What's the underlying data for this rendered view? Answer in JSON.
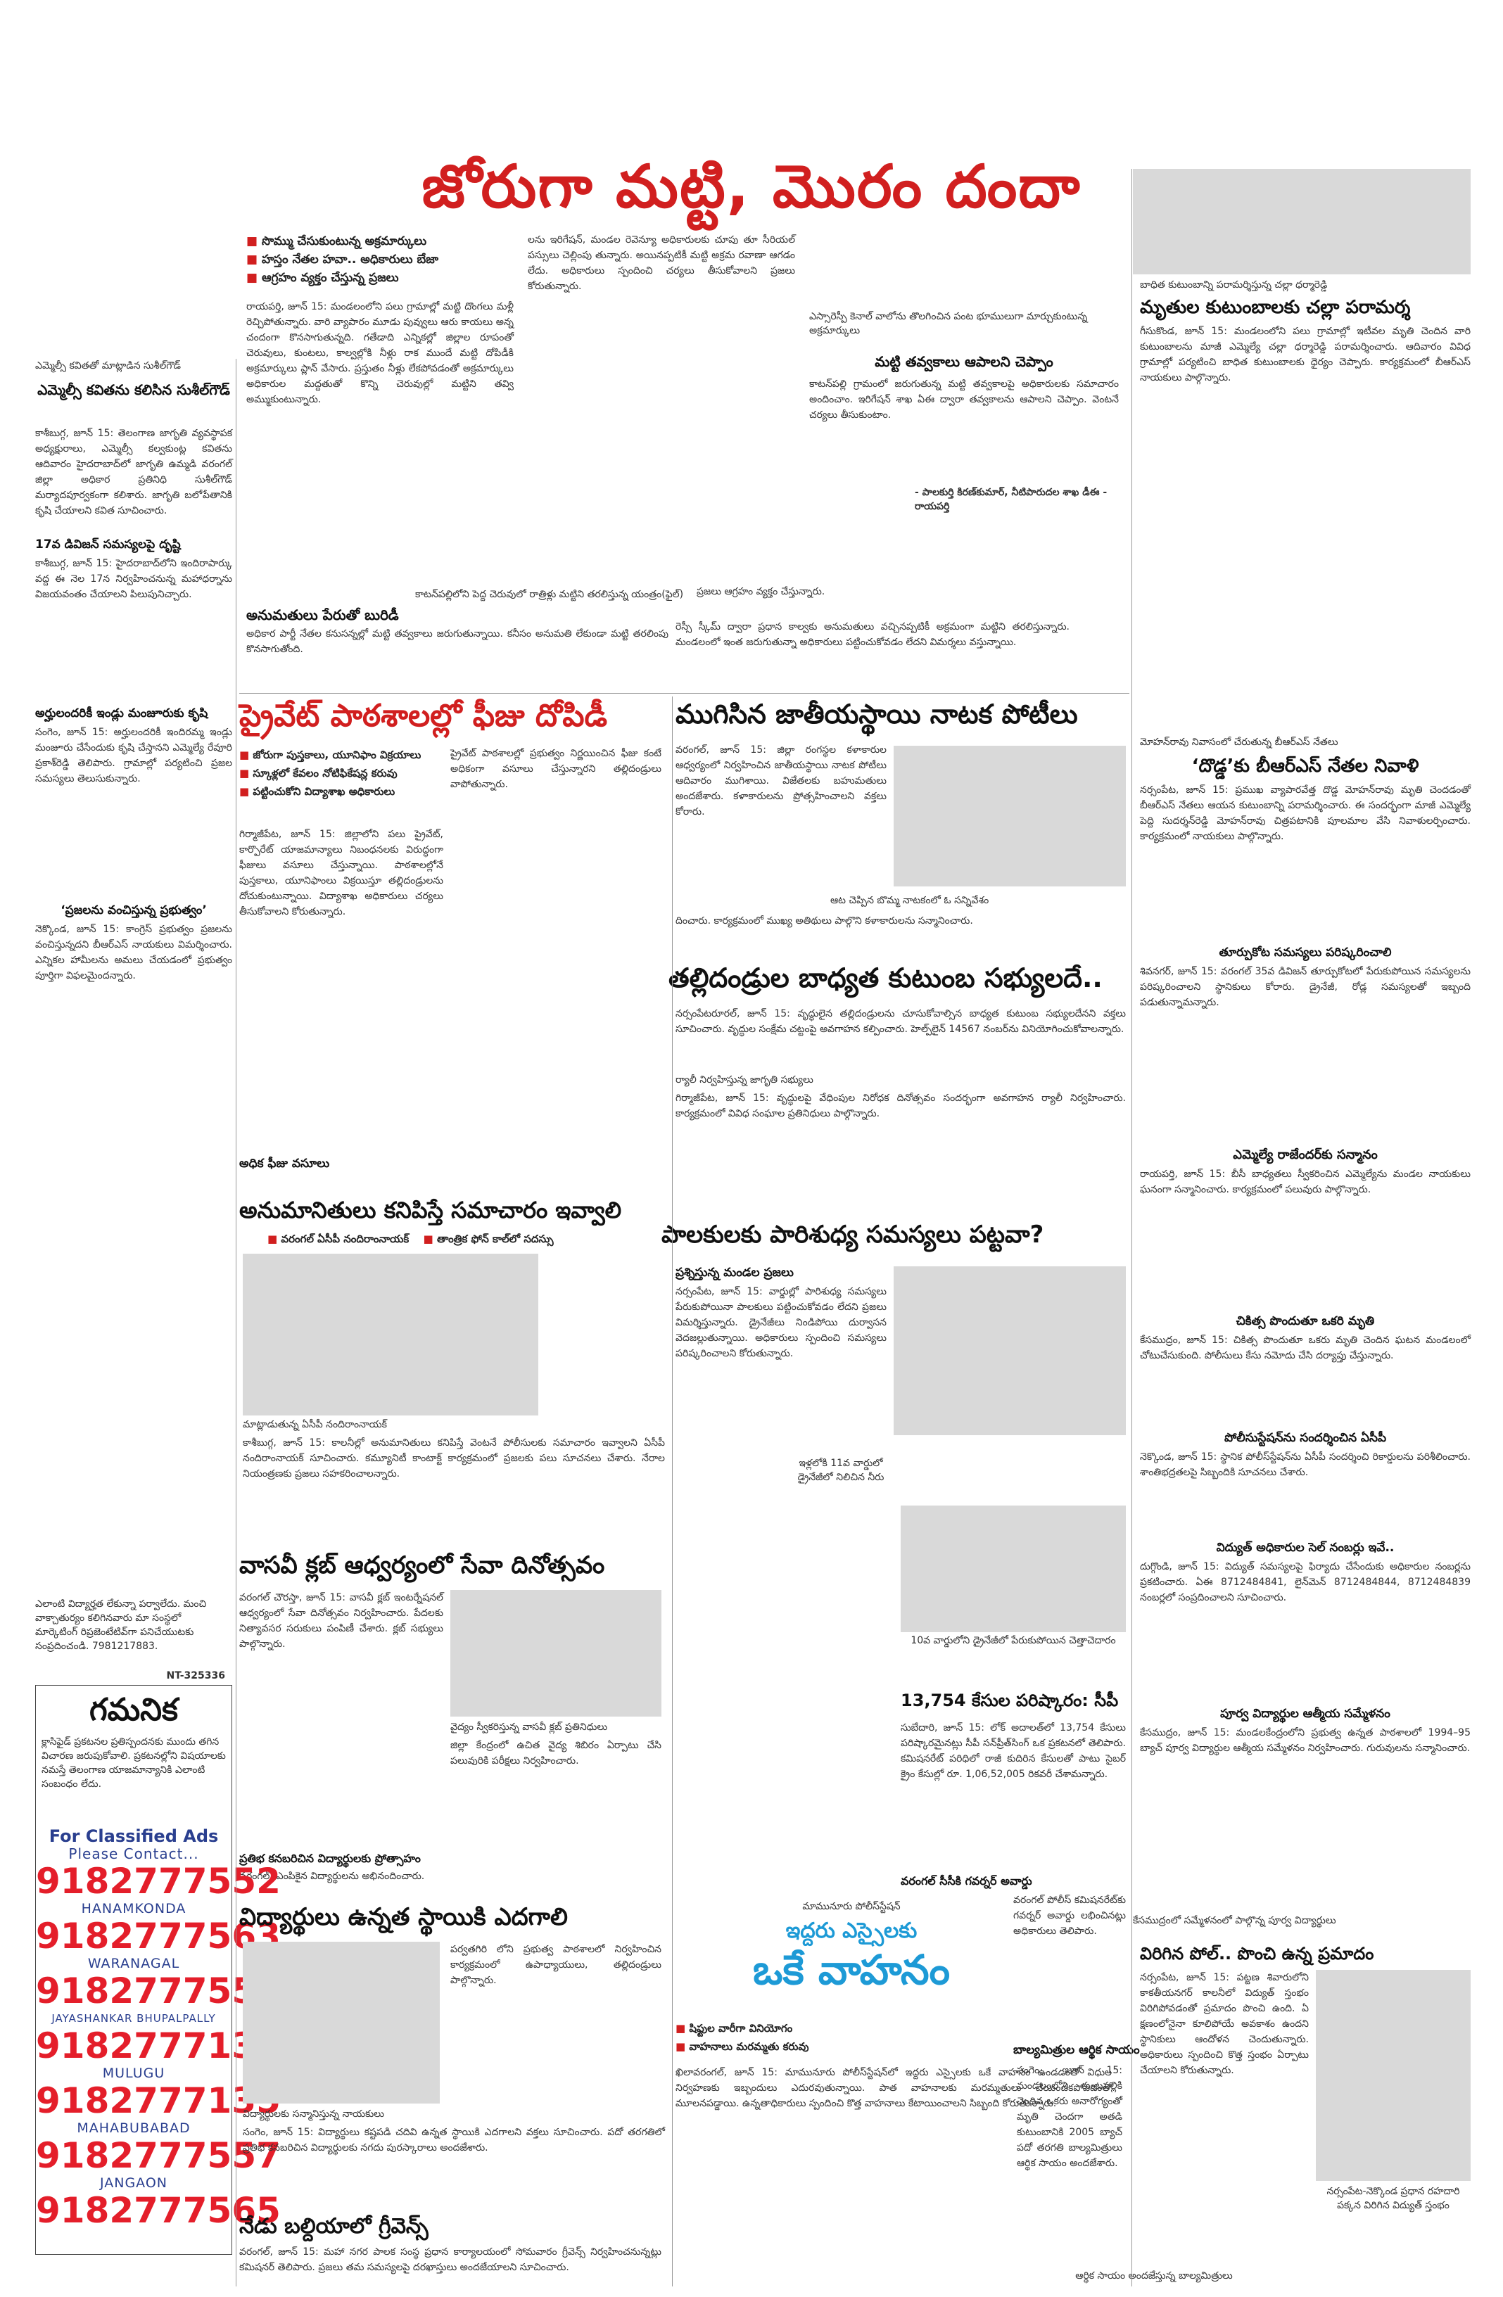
{
  "masthead": "జోరుగా మట్టి, మొరం దందా",
  "main_bullets": [
    "సొమ్ము చేసుకుంటున్న అక్రమార్కులు",
    "హస్తం నేతల హవా.. అధికారులు బేజా",
    "ఆగ్రహం వ్యక్తం చేస్తున్న ప్రజలు"
  ],
  "main_body": "రాయపర్తి, జూన్‌ 15: మండలంలోని పలు గ్రామాల్లో మట్టి దొంగలు మళ్లీ రెచ్చిపోతున్నారు. వారి వ్యాపారం మూడు పువ్వులు ఆరు కాయలు అన్న చందంగా కొనసాగుతున్నది. గతేడాది ఎన్నికల్లో జిల్లాల రూపంతో చెరువులు, కుంటలు, కాల్వల్లోకి నీళ్లు రాక ముందే మట్టి దోపిడీకి అక్రమార్కులు ప్లాన్‌ వేసారు. ప్రస్తుతం నీళ్లు లేకపోవడంతో అక్రమార్కులు అధికారుల మద్దతుతో కొన్ని చెరువుల్లో మట్టిని తవ్వి అమ్ముకుంటున్నారు.",
  "main_body2": "లను ఇరిగేషన్‌, మండల రెవెన్యూ అధికారులకు చూపు తూ సీరియల్‌ పస్సులు చెల్లింపు తున్నారు. అయినప్పటికీ మట్టి అక్రమ రవాణా ఆగడం లేదు. అధికారులు స్పందించి చర్యలు తీసుకోవాలని ప్రజలు కోరుతున్నారు.",
  "photo_caption_main": "కాటన్‌పల్లిలోని పెద్ద చెరువులో రాత్రిళ్లు మట్టిని తరలిస్తున్న యంత్రం(ఫైల్‌)",
  "main_body3": "ప్రజలు ఆగ్రహం వ్యక్తం చేస్తున్నారు.",
  "sub_anumanitulu": "అనుమతులు పేరుతో బురిడీ",
  "main_body4": "అధికార పార్టీ నేతల కనుసన్నల్లో మట్టి తవ్వకాలు జరుగుతున్నాయి. కనీసం అనుమతి లేకుండా మట్టి తరలింపు కొనసాగుతోంది.",
  "main_body5": "రెస్సీ స్కీమ్‌‌ ద్వారా ప్రధాన కాల్వకు అనుమతులు వచ్చినప్పటికీ అక్రమంగా మట్టిని తరలిస్తున్నారు. మండలంలో ఇంత జరుగుతున్నా అధికారులు పట్టించుకోవడం లేదని విమర్శలు వస్తున్నాయి.",
  "mlc": {
    "kicker": "ఎమ్మెల్సీ కవితతో మాట్లాడిన సుశీల్‌గౌడ్‌",
    "title": "ఎమ్మెల్సీ కవితను కలిసిన సుశీల్‌గౌడ్‌",
    "body": "కాశీబుగ్గ, జూన్‌ 15: తెలంగాణ జాగృతి వ్యవస్థాపక అధ్యక్షురాలు, ఎమ్మెల్సీ కల్వకుంట్ల కవితను ఆదివారం హైదరాబాద్‌లో జాగృతి ఉమ్మడి వరంగల్‌ జిల్లా అధికార ప్రతినిధి సుశీల్‌గౌడ్‌ మర్యాదపూర్వకంగా కలిశారు. జాగృతి బలోపేతానికి కృషి చేయాలని కవిత సూచించారు.",
    "sub1": "17వ డివిజన్‌ సమస్యలపై దృష్టి",
    "body2": "కాశీబుగ్గ, జూన్‌ 15: హైదరాబాద్‌లోని ఇందిరాపార్కు వద్ద ఈ నెల 17న నిర్వహించనున్న మహాధర్నాను విజయవంతం చేయాలని పిలుపునిచ్చారు.",
    "sub2": "అర్హులందరికీ ఇండ్లు మంజూరుకు కృషి",
    "body3": "సంగెం, జూన్‌ 15: అర్హులందరికీ ఇందిరమ్మ ఇండ్లు మంజూరు చేసేందుకు కృషి చేస్తానని ఎమ్మెల్యే రేవూరి ప్రకాశ్‌రెడ్డి తెలిపారు. గ్రామాల్లో పర్యటించి ప్రజల సమస్యలు తెలుసుకున్నారు.",
    "sub3": "‘ప్రజలను వంచిస్తున్న ప్రభుత్వం’",
    "body4": "నెక్కొండ, జూన్‌ 15: కాంగ్రెస్‌ ప్రభుత్వం ప్రజలను వంచిస్తున్నదని బీఆర్‌ఎస్‌ నాయకులు విమర్శించారు. ఎన్నికల హామీలను అమలు చేయడంలో ప్రభుత్వం పూర్తిగా విఫలమైందన్నారు."
  },
  "tractor_kicker": "ఎస్సారెస్పీ కెనాల్‌ వాలోను తొలగించిన పంట భూములుగా మార్చుకుంటున్న అక్రమార్కులు",
  "tractor_head": "మట్టి తవ్వకాలు ఆపాలని చెప్పాం",
  "tractor_body": "కాటన్‌పల్లి గ్రామంలో జరుగుతున్న మట్టి తవ్వకాలపై అధికారులకు సమాచారం అందించాం. ఇరిగేషన్‌ శాఖ ఏఈ ద్వారా తవ్వకాలను ఆపాలని చెప్పాం. వెంటనే చర్యలు తీసుకుంటాం.",
  "tractor_sign": "- పాలకుర్తి కిరణ్‌కుమార్‌, నీటిపారుదల శాఖ డీఈ - రాయపర్తి",
  "deaths": {
    "kicker": "బాధిత కుటుంబాన్ని పరామర్శిస్తున్న చల్లా ధర్మారెడ్డి",
    "title": "మృతుల కుటుంబాలకు చల్లా పరామర్శ",
    "body": "గీసుకొండ, జూన్‌ 15: మండలంలోని పలు గ్రామాల్లో ఇటీవల మృతి చెందిన వారి కుటుంబాలను మాజీ ఎమ్మెల్యే చల్లా ధర్మారెడ్డి పరామర్శించారు. ఆదివారం వివిధ గ్రామాల్లో పర్యటించి బాధిత కుటుంబాలకు ధైర్యం చెప్పారు. కార్యక్రమంలో బీఆర్‌ఎస్‌ నాయకులు పాల్గొన్నారు."
  },
  "photo_caption_mohan": "మోహన్‌రావు నివాసంలో చేరుతున్న బీఆర్‌ఎస్‌ నేతలు",
  "dodda": {
    "title": "‘దొడ్డ’కు బీఆర్‌ఎస్‌ నేతల నివాళి",
    "body": "నర్సంపేట, జూన్‌ 15: ప్రముఖ వ్యాపారవేత్త దొడ్డ మోహన్‌రావు మృతి చెందడంతో బీఆర్‌ఎస్‌ నేతలు ఆయన కుటుంబాన్ని పరామర్శించారు. ఈ సందర్భంగా మాజీ ఎమ్మెల్యే పెద్ది సుదర్శన్‌రెడ్డి మోహన్‌రావు చిత్రపటానికి పూలమాల వేసి నివాళులర్పించారు. కార్యక్రమంలో నాయకులు పాల్గొన్నారు.",
    "sub": "తూర్పుకోట సమస్యలు పరిష్కరించాలి",
    "body2": "శివనగర్‌, జూన్‌ 15: వరంగల్‌ 35వ డివిజన్‌ తూర్పుకోటలో పేరుకుపోయిన సమస్యలను పరిష్కరించాలని స్థానికులు కోరారు. డ్రైనేజీ, రోడ్ల సమస్యలతో ఇబ్బంది పడుతున్నామన్నారు."
  },
  "mla_rajender": {
    "title": "ఎమ్మెల్యే రాజేందర్‌కు సన్మానం",
    "body": "రాయపర్తి, జూన్‌ 15: బీసీ బాధ్యతలు స్వీకరించిన ఎమ్మెల్యేను మండల నాయకులు ఘనంగా సన్మానించారు. కార్యక్రమంలో పలువురు పాల్గొన్నారు.",
    "sub": "చికిత్స పొందుతూ ఒకరి మృతి",
    "body2": "కేసముద్రం, జూన్‌ 15: చికిత్స పొందుతూ ఒకరు మృతి చెందిన ఘటన మండలంలో చోటుచేసుకుంది. పోలీసులు కేసు నమోదు చేసి దర్యాప్తు చేస్తున్నారు.",
    "sub2": "పోలీసుస్టేషన్‌ను సందర్శించిన ఏసీపీ",
    "body3": "నెక్కొండ, జూన్‌ 15: స్థానిక పోలీస్‌స్టేషన్‌ను ఏసీపీ సందర్శించి రికార్డులను పరిశీలించారు. శాంతిభద్రతలపై సిబ్బందికి సూచనలు చేశారు.",
    "sub3": "విద్యుత్‌ అధికారుల సెల్‌ నంబర్లు ఇవే..",
    "body4": "దుగ్గొండి, జూన్‌ 15: విద్యుత్‌ సమస్యలపై ఫిర్యాదు చేసేందుకు అధికారుల నంబర్లను ప్రకటించారు. ఏఈ 8712484841, లైన్‌మెన్‌ 8712484844, 8712484839 నంబర్లలో సంప్రదించాలని సూచించారు.",
    "sub4": "పూర్వ విద్యార్థుల ఆత్మీయ సమ్మేళనం",
    "body5": "కేసముద్రం, జూన్‌ 15: మండలకేంద్రంలోని ప్రభుత్వ ఉన్నత పాఠశాలలో 1994–95 బ్యాచ్‌ పూర్వ విద్యార్థుల ఆత్మీయ సమ్మేళనం నిర్వహించారు. గురువులను సన్మానించారు."
  },
  "fees": {
    "title": "ప్రైవేట్‌ పాఠశాలల్లో ఫీజు దోపిడీ",
    "bullets": [
      "జోరుగా పుస్తకాలు, యూనిఫాం విక్రయాలు",
      "స్కూళ్లలో కేవలం నోటిఫికేషన్ల కరువు",
      "పట్టించుకోని విద్యాశాఖ అధికారులు"
    ],
    "body": "గిర్మాజీపేట, జూన్‌ 15: జిల్లాలోని పలు ప్రైవేట్‌, కార్పొరేట్‌ యాజమాన్యాలు నిబంధనలకు విరుద్ధంగా ఫీజులు వసూలు చేస్తున్నాయి. పాఠశాలల్లోనే పుస్తకాలు, యూనిఫాంలు విక్రయిస్తూ తల్లిదండ్రులను దోచుకుంటున్నాయి. విద్యాశాఖ అధికారులు చర్యలు తీసుకోవాలని కోరుతున్నారు.",
    "sub": "అధిక ఫీజు వసూలు",
    "body2": "ప్రైవేట్‌ పాఠశాలల్లో ప్రభుత్వం నిర్ణయించిన ఫీజు కంటే అధికంగా వసూలు చేస్తున్నారని తల్లిదండ్రులు వాపోతున్నారు."
  },
  "drama": {
    "title": "ముగిసిన జాతీయస్థాయి నాటక పోటీలు",
    "body": "వరంగల్‌, జూన్‌ 15: జిల్లా రంగస్థల కళాకారుల ఆధ్వర్యంలో నిర్వహించిన జాతీయస్థాయి నాటక పోటీలు ఆదివారం ముగిశాయి. విజేతలకు బహుమతులు అందజేశారు. కళాకారులను ప్రోత్సహించాలని వక్తలు కోరారు.",
    "kicker": "ఆట చెప్పిన బొమ్మ నాటకంలో ఓ సన్నివేశం",
    "body2": "దించారు. కార్యక్రమంలో ముఖ్య అతిథులు పాల్గొని కళాకారులను సన్మానించారు."
  },
  "parents": {
    "title": "తల్లిదండ్రుల బాధ్యత కుటుంబ సభ్యులదే..",
    "body": "నర్సంపేటరూరల్‌, జూన్‌ 15: వృద్ధులైన తల్లిదండ్రులను చూసుకోవాల్సిన బాధ్యత కుటుంబ సభ్యులదేనని వక్తలు సూచించారు. వృద్ధుల సంక్షేమ చట్టంపై అవగాహన కల్పించారు. హెల్ప్‌లైన్‌ 14567 నంబర్‌ను వినియోగించుకోవాలన్నారు.",
    "kicker": "ర్యాలీ నిర్వహిస్తున్న జాగృతి సభ్యులు",
    "body2": "గిర్మాజీపేట, జూన్‌ 15: వృద్ధులపై వేధింపుల నిరోధక దినోత్సవం సందర్భంగా అవగాహన ర్యాలీ నిర్వహించారు. కార్యక్రమంలో వివిధ సంఘాల ప్రతినిధులు పాల్గొన్నారు."
  },
  "info": {
    "title": "అనుమానితులు కనిపిస్తే సమాచారం ఇవ్వాలి",
    "bullets": [
      "వరంగల్‌ ఏసీపీ నందిరాంనాయక్‌",
      "తాంత్రిక ఫోన్‌ కాల్‌లో సదస్సు"
    ],
    "kicker": "మాట్లాడుతున్న ఏసీపీ నందిరాంనాయక్‌",
    "body": "కాశీబుగ్గ, జూన్‌ 15: కాలనీల్లో అనుమానితులు కనిపిస్తే వెంటనే పోలీసులకు సమాచారం ఇవ్వాలని ఏసీపీ నందిరాంనాయక్‌ సూచించారు. కమ్యూనిటీ కాంటాక్ట్‌ కార్యక్రమంలో ప్రజలకు పలు సూచనలు చేశారు. నేరాల నియంత్రణకు ప్రజలు సహకరించాలన్నారు."
  },
  "sanitation": {
    "title": "పాలకులకు పారిశుధ్య సమస్యలు పట్టవా?",
    "kicker": "ప్రశ్నిస్తున్న మండల ప్రజలు",
    "body": "నర్సంపేట, జూన్‌ 15: వార్డుల్లో పారిశుధ్య సమస్యలు పేరుకుపోయినా పాలకులు పట్టించుకోవడం లేదని ప్రజలు విమర్శిస్తున్నారు. డ్రైనేజీలు నిండిపోయి దుర్వాసన వెదజల్లుతున్నాయి. అధికారులు స్పందించి సమస్యలు పరిష్కరించాలని కోరుతున్నారు.",
    "photo_caption": "ఇళ్లలోకి 11వ వార్డులో డ్రైనేజీలో నిలిచిన నీరు",
    "photo_caption2": "10వ వార్డులోని డ్రైనేజీలో పేరుకుపోయిన చెత్తాచెదారం"
  },
  "vasavi": {
    "title": "వాసవీ క్లబ్‌ ఆధ్వర్యంలో సేవా దినోత్సవం",
    "body": "వరంగల్‌ చౌరస్తా, జూన్‌ 15: వాసవీ క్లబ్‌ ఇంటర్నేషనల్‌ ఆధ్వర్యంలో సేవా దినోత్సవం నిర్వహించారు. పేదలకు నిత్యావసర సరుకులు పంపిణీ చేశారు. క్లబ్‌ సభ్యులు పాల్గొన్నారు.",
    "kicker": "వైద్యం స్వీకరిస్తున్న వాసవీ క్లబ్‌ ప్రతినిధులు",
    "body2": "జిల్లా కేంద్రంలో ఉచిత వైద్య శిబిరం ఏర్పాటు చేసి పలువురికి పరీక్షలు నిర్వహించారు.",
    "sub": "ప్రతిభ కనబరిచిన విద్యార్థులకు ప్రోత్సాహం",
    "body3": "వరంగల్‌: ఎంపికైన విద్యార్థులను అభినందించారు."
  },
  "ad_box": {
    "caption": "ఎలాంటి విద్యార్హత లేకున్నా పర్వాలేదు. మంచి వాక్చాతుర్యం కలిగినవారు మా సంస్థలో మార్కెటింగ్‌ రిప్రజెంటేటివ్‌గా పనిచేయుటకు సంప్రదించండి. 7981217883.",
    "code": "NT-325336"
  },
  "notice": {
    "title": "గమనిక",
    "body": "క్లాసిఫైడ్‌ ప్రకటనల ప్రతిస్పందనకు ముందు తగిన విచారణ జరుపుకోవాలి. ప్రకటనల్లోని విషయాలకు నమస్తే తెలంగాణ యాజమాన్యానికి ఎలాంటి సంబంధం లేదు.",
    "classified": "For Classified Ads",
    "contact": "Please Contact...",
    "phones": [
      {
        "number": "9182777552",
        "area": "HANAMKONDA"
      },
      {
        "number": "9182777563",
        "area": "WARANAGAL"
      },
      {
        "number": "9182777556",
        "area": "JAYASHANKAR BHUPALPALLY"
      },
      {
        "number": "9182777135",
        "area": "MULUGU"
      },
      {
        "number": "9182777135",
        "area": "MAHABUBABAD"
      },
      {
        "number": "9182777557",
        "area": "JANGAON"
      },
      {
        "number": "9182777565",
        "area": ""
      }
    ]
  },
  "students": {
    "title": "విద్యార్థులు ఉన్నత స్థాయికి ఎదగాలి",
    "kicker": "విద్యార్థులకు సన్మానిస్తున్న నాయకులు",
    "body": "సంగెం, జూన్‌ 15: విద్యార్థులు కష్టపడి చదివి ఉన్నత స్థాయికి ఎదగాలని వక్తలు సూచించారు. పదో తరగతిలో ప్రతిభ కనబరిచిన విద్యార్థులకు నగదు పురస్కారాలు అందజేశారు.",
    "body2": "పర్వతగిరి లోని ప్రభుత్వ పాఠశాలలో నిర్వహించిన కార్యక్రమంలో ఉపాధ్యాయులు, తల్లిదండ్రులు పాల్గొన్నారు."
  },
  "grievance": {
    "title": "నేడు బల్దియాలో గ్రీవెన్స్‌",
    "body": "వరంగల్‌, జూన్‌ 15: మహా నగర పాలక సంస్థ ప్రధాన కార్యాలయంలో సోమవారం గ్రీవెన్స్‌ నిర్వహించనున్నట్లు కమిషనర్‌ తెలిపారు. ప్రజలు తమ సమస్యలపై దరఖాస్తులు అందజేయాలని సూచించారు."
  },
  "police": {
    "kicker": "మామునూరు పోలీస్‌స్టేషన్‌",
    "title1": "ఇద్దరు ఎస్సైలకు",
    "title2": "ఒకే వాహనం",
    "bullets": [
      "షిఫ్టుల వారీగా వినియోగం",
      "వాహనాలు మరమ్మతు కరువు"
    ],
    "body": "ఖిలావరంగల్‌, జూన్‌ 15: మామునూరు పోలీస్‌స్టేషన్‌లో ఇద్దరు ఎస్సైలకు ఒకే వాహనం ఉండడంతో విధుల నిర్వహణకు ఇబ్బందులు ఎదురవుతున్నాయి. పాత వాహనాలకు మరమ్మతులు చేయించకపోవడంతో మూలనపడ్డాయి. ఉన్నతాధికారులు స్పందించి కొత్త వాహనాలు కేటాయించాలని సిబ్బంది కోరుతున్నారు."
  },
  "cases": {
    "title": "13,754 కేసుల పరిష్కారం: సీపీ",
    "body": "సుబేదారి, జూన్‌ 15: లోక్‌ అదాలత్‌లో 13,754 కేసులు పరిష్కారమైనట్లు సీపీ సన్‌ప్రీత్‌సింగ్‌ ఒక ప్రకటనలో తెలిపారు. కమిషనరేట్‌ పరిధిలో రాజీ కుదిరిన కేసులతో పాటు సైబర్‌ క్రైం కేసుల్లో రూ. 1,06,52,005 రికవరీ చేశామన్నారు.",
    "sub": "వరంగల్‌ సీసీకి గవర్నర్‌ అవార్డు",
    "body2": "వరంగల్‌ పోలీస్‌ కమిషనరేట్‌కు గవర్నర్‌ అవార్డు లభించినట్లు అధికారులు తెలిపారు."
  },
  "donation": {
    "title": "బాల్యమిత్రుల ఆర్థిక సాయం",
    "body": "సంగెం, జూన్‌ 15: మండలంలోని కుంటపల్లికి చెందిన ఒకరు అనారోగ్యంతో మృతి చెందగా అతడి కుటుంబానికి 2005 బ్యాచ్‌ పదో తరగతి బాల్యమిత్రులు ఆర్థిక సాయం అందజేశారు.",
    "caption": "ఆర్థిక సాయం అందజేస్తున్న బాల్యమిత్రులు"
  },
  "pole": {
    "kicker": "కేసముద్రంలో సమ్మేళనంలో పాల్గొన్న పూర్వ విద్యార్థులు",
    "title": "విరిగిన పోల్‌.. పొంచి ఉన్న ప్రమాదం",
    "body": "నర్సంపేట, జూన్‌ 15: పట్టణ శివారులోని కాకతీయనగర్‌ కాలనీలో విద్యుత్‌ స్తంభం విరిగిపోవడంతో ప్రమాదం పొంచి ఉంది. ఏ క్షణంలోనైనా కూలిపోయే అవకాశం ఉందని స్థానికులు ఆందోళన చెందుతున్నారు. అధికారులు స్పందించి కొత్త స్తంభం ఏర్పాటు చేయాలని కోరుతున్నారు.",
    "caption": "నర్సంపేట-నెక్కొండ ప్రధాన రహదారి పక్కన విరిగిన విద్యుత్‌ స్తంభం"
  }
}
